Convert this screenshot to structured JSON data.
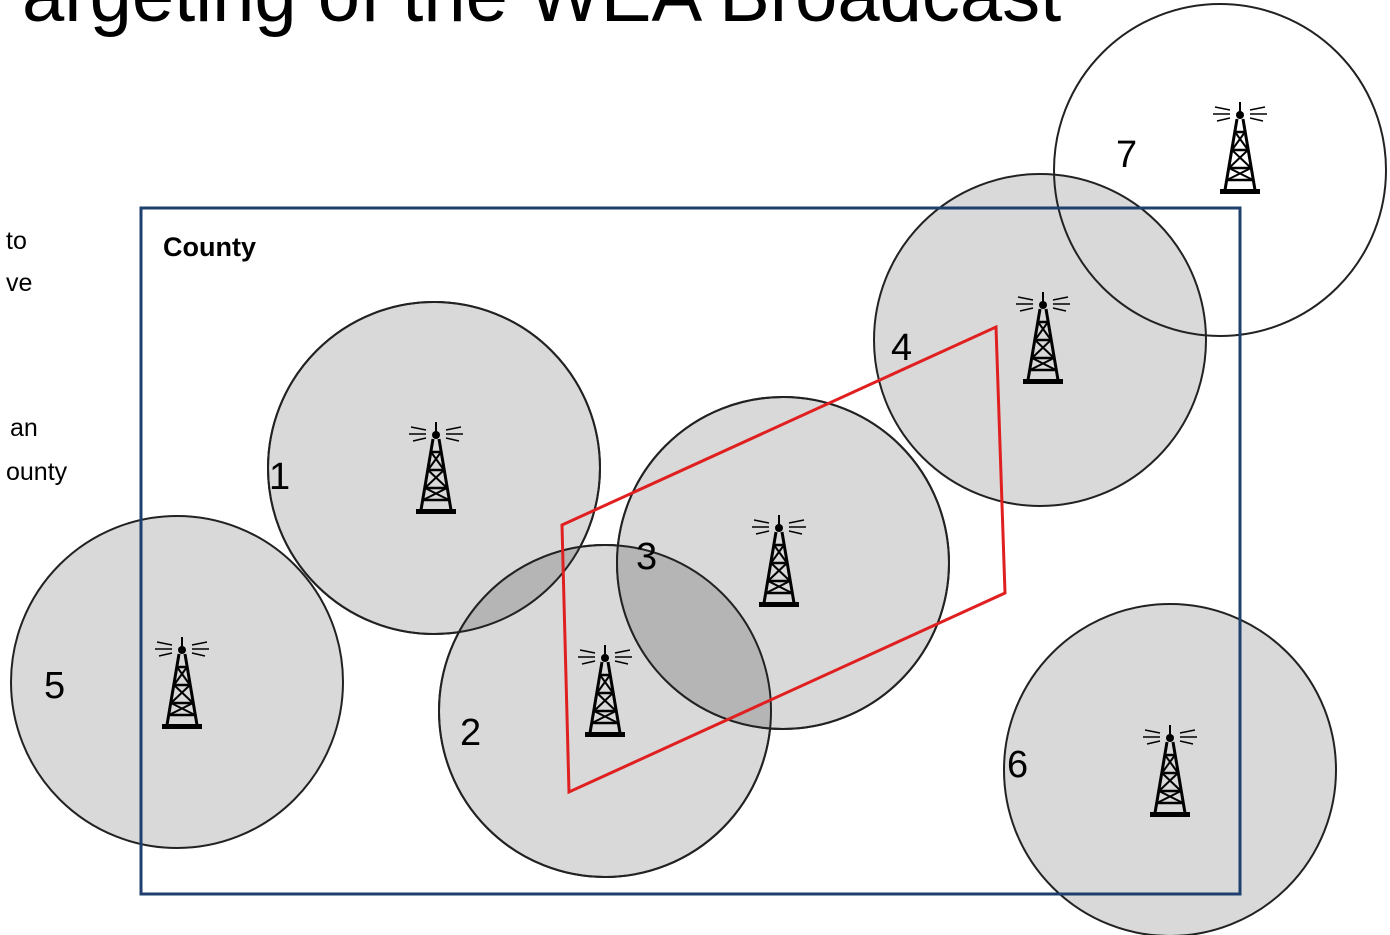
{
  "slide": {
    "title": "argeting of the WEA Broadcast",
    "side_text": [
      "to",
      "ve",
      "an",
      "ounty"
    ]
  },
  "diagram": {
    "county_label": "County",
    "county_color": "#1f3f6e",
    "target_area_color": "#e02020",
    "coverage_fill": "#d9d9d9",
    "overlap_fill": "#b5b5b5",
    "cells": [
      {
        "number": "1",
        "icon": "cell-tower-icon"
      },
      {
        "number": "2",
        "icon": "cell-tower-icon"
      },
      {
        "number": "3",
        "icon": "cell-tower-icon"
      },
      {
        "number": "4",
        "icon": "cell-tower-icon"
      },
      {
        "number": "5",
        "icon": "cell-tower-icon"
      },
      {
        "number": "6",
        "icon": "cell-tower-icon"
      },
      {
        "number": "7",
        "icon": "cell-tower-icon"
      }
    ]
  }
}
